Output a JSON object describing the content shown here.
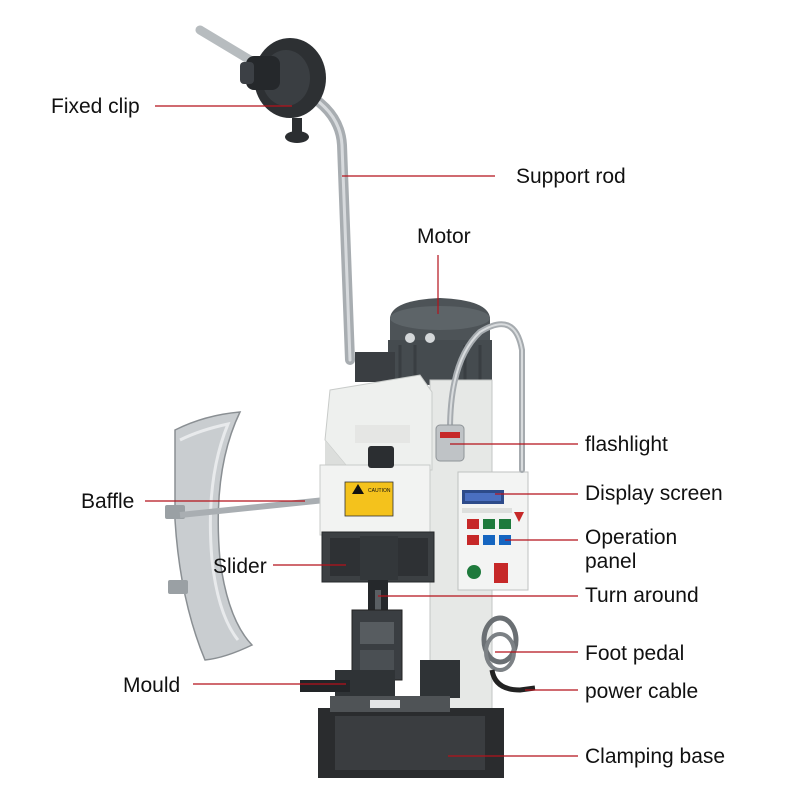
{
  "colors": {
    "leader": "#b5121b",
    "label": "#111111",
    "machine_white": "#eef0ee",
    "machine_grey": "#4d5357",
    "metal": "#b7bcbf",
    "dark": "#2b2e31"
  },
  "labels": {
    "fixed_clip": "Fixed clip",
    "support_rod": "Support rod",
    "motor": "Motor",
    "flashlight": "flashlight",
    "display_screen": "Display screen",
    "operation_panel": "Operation panel",
    "baffle": "Baffle",
    "slider": "Slider",
    "turn_around": "Turn around",
    "foot_pedal": "Foot pedal",
    "mould": "Mould",
    "power_cable": "power cable",
    "clamping_base": "Clamping base"
  },
  "machine": {
    "caution_text": "CAUTION"
  }
}
